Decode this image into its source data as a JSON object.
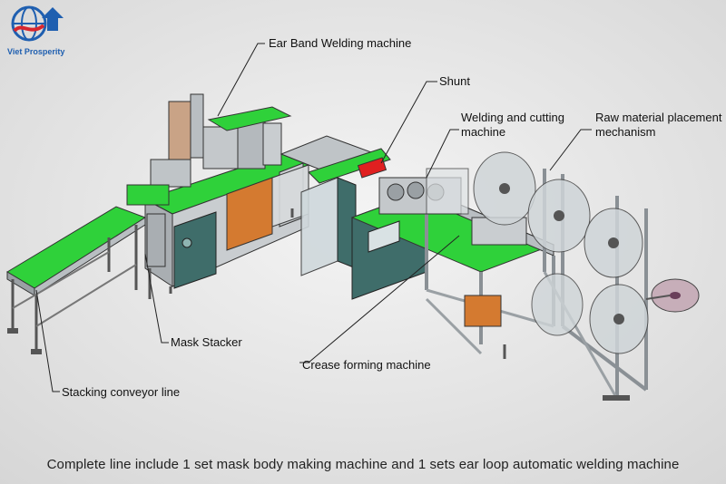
{
  "brand": {
    "name": "Viet Prosperity",
    "accent": "#1f5fb0",
    "logo_red": "#d8262e"
  },
  "colors": {
    "table_green": "#2fd13a",
    "panel_teal": "#3f6d6a",
    "frame_grey": "#b9bec2",
    "equipment_orange": "#d47a30",
    "shunt_red": "#e02020"
  },
  "labels": {
    "ear_band": "Ear Band Welding machine",
    "shunt": "Shunt",
    "welding_cutting_1": "Welding and cutting",
    "welding_cutting_2": "machine",
    "raw_material_1": "Raw material placement",
    "raw_material_2": "mechanism",
    "mask_stacker": "Mask Stacker",
    "crease_forming": "Crease forming machine",
    "stacking_conveyor": "Stacking conveyor line"
  },
  "caption": "Complete line include 1 set mask body making machine and 1 sets ear loop automatic welding machine"
}
